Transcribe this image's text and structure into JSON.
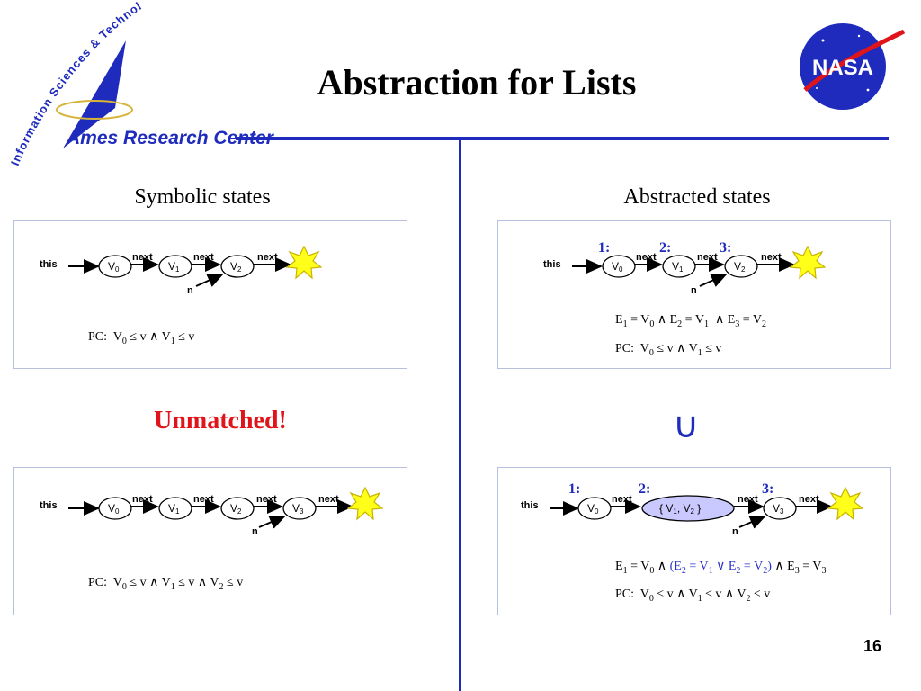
{
  "header": {
    "title": "Abstraction for Lists",
    "logo_text": "Ames Research Center",
    "logo_arc_text": "Information Sciences & Technology",
    "nasa_text": "NASA",
    "brand_color": "#1f2bbd"
  },
  "left": {
    "heading": "Symbolic states",
    "unmatched": "Unmatched!"
  },
  "right": {
    "heading": "Abstracted states",
    "symbol": "∪"
  },
  "diagram": {
    "this": "this",
    "next": "next",
    "n": "n",
    "v": "V",
    "i0": "0",
    "i1": "1",
    "i2": "2",
    "i3": "3",
    "marker1": "1:",
    "marker2": "2:",
    "marker3": "3:",
    "set_open": "{ V",
    "set_comma": ", V",
    "set_close": " }"
  },
  "formulas": {
    "pc": "PC:",
    "v": "V",
    "e": "E",
    "rel_le_v": " ≤ v ",
    "rel_le_v_end": " ≤ v",
    "and": "∧ ",
    "or": " ∨ ",
    "eq": " = ",
    "lparen": "(",
    "rparen": ")",
    "sub0": "0",
    "sub1": "1",
    "sub2": "2",
    "sub3": "3"
  },
  "footer": {
    "page_number": "16"
  }
}
